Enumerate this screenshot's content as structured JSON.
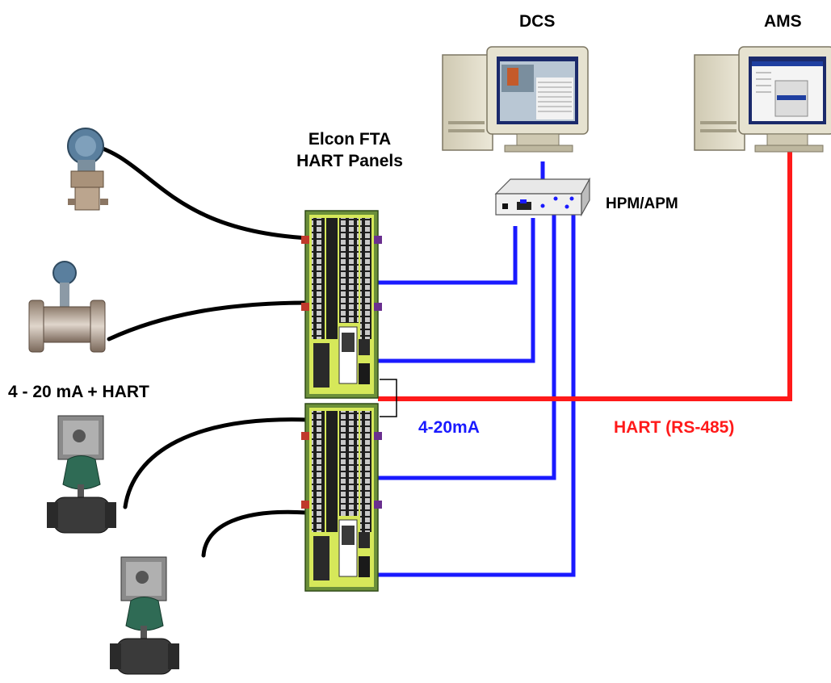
{
  "labels": {
    "dcs": "DCS",
    "ams": "AMS",
    "panels_line1": "Elcon FTA",
    "panels_line2": "HART Panels",
    "hpm": "HPM/APM",
    "signal": "4 - 20 mA + HART",
    "analog": "4-20mA",
    "hart": "HART (RS-485)"
  },
  "colors": {
    "analog_wire": "#1a1aff",
    "hart_wire": "#ff1a1a",
    "field_wire": "#000000",
    "panel_board": "#d6e85a",
    "panel_frame": "#6b8f3a",
    "monitor_body": "#d9d4c0",
    "valve_body": "#2f6b55"
  },
  "icons": [
    "pressure-transmitter-icon",
    "flowmeter-icon",
    "control-valve-icon",
    "computer-icon",
    "io-module-icon",
    "terminal-panel-icon"
  ]
}
